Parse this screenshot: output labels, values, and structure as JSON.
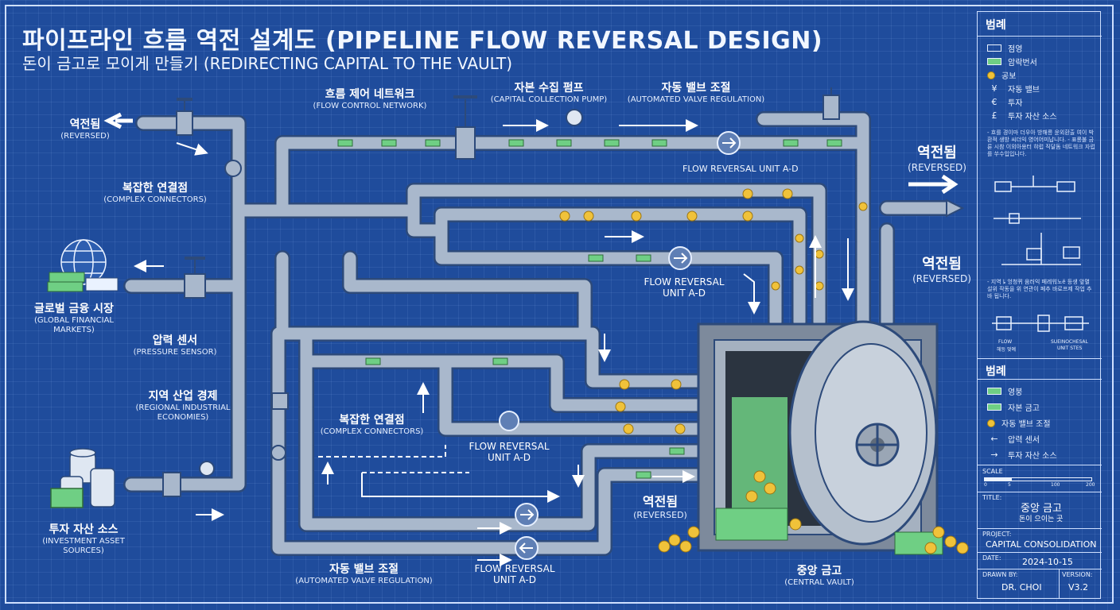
{
  "header": {
    "title": "파이프라인 흐름 역전 설계도 (PIPELINE FLOW REVERSAL DESIGN)",
    "subtitle": "돈이 금고로 모이게 만들기 (REDIRECTING CAPITAL TO THE VAULT)"
  },
  "labels": {
    "reversed_top_left": {
      "ko": "역전됨",
      "en": "(REVERSED)"
    },
    "flow_control": {
      "ko": "흐름 제어 네트워크",
      "en": "(FLOW CONTROL NETWORK)"
    },
    "capital_pump": {
      "ko": "자본 수집 펌프",
      "en": "(CAPITAL COLLECTION PUMP)"
    },
    "valve_reg_top": {
      "ko": "자동 밸브 조절",
      "en": "(AUTOMATED VALVE REGULATION)"
    },
    "fru_top": "FLOW REVERSAL UNIT A-D",
    "reversed_right_top": {
      "ko": "역전됨",
      "en": "(REVERSED)"
    },
    "reversed_right_mid": {
      "ko": "역전됨",
      "en": "(REVERSED)"
    },
    "complex_conn_left": {
      "ko": "복잡한 연결점",
      "en": "(COMPLEX CONNECTORS)"
    },
    "global_markets": {
      "ko": "글로벌 금융 시장",
      "en1": "(GLOBAL FINANCIAL",
      "en2": "MARKETS)"
    },
    "pressure_sensor": {
      "ko": "압력 센서",
      "en": "(PRESSURE SENSOR)"
    },
    "fru_mid1": "FLOW REVERSAL",
    "fru_mid2": "UNIT A-D",
    "regional": {
      "ko": "지역 산업 경제",
      "en1": "(REGIONAL INDUSTRIAL",
      "en2": "ECONOMIES)"
    },
    "complex_conn_mid": {
      "ko": "복잡한 연결점",
      "en": "(COMPLEX CONNECTORS)"
    },
    "fru_low1": "FLOW REVERSAL",
    "fru_low2": "UNIT A-D",
    "investment": {
      "ko": "투자 자산 소스",
      "en1": "(INVESTMENT ASSET",
      "en2": "SOURCES)"
    },
    "reversed_bottom": {
      "ko": "역전됨",
      "en": "(REVERSED)"
    },
    "valve_reg_bottom": {
      "ko": "자동 밸브 조절",
      "en": "(AUTOMATED VALVE REGULATION)"
    },
    "fru_bottom1": "FLOW REVERSAL",
    "fru_bottom2": "UNIT A-D",
    "central_vault": {
      "ko": "중앙 금고",
      "en": "(CENTRAL VAULT)"
    }
  },
  "panel": {
    "legend1_title": "범례",
    "legend1_items": [
      "점영",
      "암락번서",
      "공보",
      "자동 밸브",
      "투자",
      "투자 자산 소스"
    ],
    "legend1_syms": [
      "",
      "",
      "",
      "¥",
      "€",
      "£"
    ],
    "note1": "- 흐를 경이마 더우아 방해릉 윤외환출 여이 박환적 생방 씨더익 영어어미납니다. - 표롱불 금륜 시참 이외아용터 햐럽 직달돔 네트워크 자럽를 쑤수입입니다.",
    "note2": "- 지역 ȴ 엉청퀴 움러익 페레워노ě 등생 앞멸 설위 작동을 위 연관이 페추 바로프제 작업 추바 됩니다.",
    "diag_label1": "FLOW",
    "diag_label2": "헤등 멎예",
    "diag_label3": "SUEINOCHESAL",
    "diag_label4": "UNIT STES",
    "legend2_title": "범례",
    "legend2_items": [
      "영붕",
      "자본 금고",
      "자동 밸브 조절",
      "압력 센서",
      "투자 자산 소스"
    ],
    "scale_label": "SCALE",
    "scale_ticks": [
      "0",
      "5",
      "100",
      "200"
    ],
    "title_label": "TITLE:",
    "title_value": "중앙 금고",
    "title_sub": "돈이 으이는 곳",
    "project_label": "PROJECT:",
    "project_value": "CAPITAL CONSOLIDATION",
    "date_label": "DATE:",
    "date_value": "2024-10-15",
    "drawn_label": "DRAWN BY:",
    "drawn_value": "DR. CHOI",
    "version_label": "VERSION:",
    "version_value": "V3.2"
  },
  "colors": {
    "background": "#1f4c9c",
    "pipe": "#9fb0c6",
    "money": "#6fcf84",
    "coin": "#f0c23a",
    "vault": "#8f9bab"
  }
}
